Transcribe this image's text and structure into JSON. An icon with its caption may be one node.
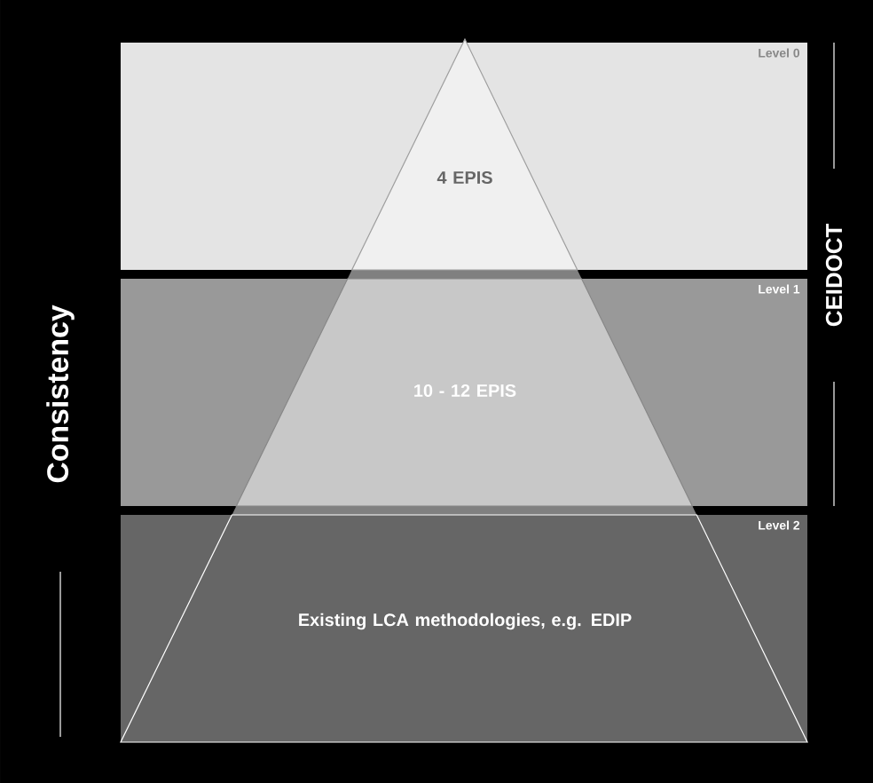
{
  "diagram": {
    "nodes": [
      {
        "text": [
          "Level 0"
        ]
      },
      {
        "text": [
          "4 EPIS"
        ],
        "in": 0
      },
      {
        "text": [
          "Level 1"
        ]
      },
      {
        "text": [
          "10 - 12 EPIS"
        ],
        "in": 2
      },
      {
        "text": [
          "Level 2"
        ]
      },
      {
        "text": [
          "Existing LCA methodologies, e.g. EDIP"
        ],
        "in": 4
      }
    ],
    "labels": [
      "Consistency",
      "CEIDOCT"
    ]
  }
}
